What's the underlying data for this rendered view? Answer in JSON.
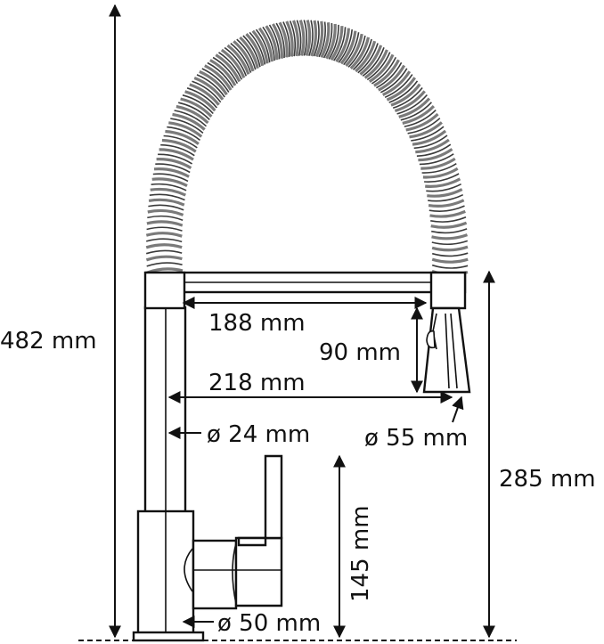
{
  "dimensions": {
    "total_height": "482 mm",
    "spout_reach_inner": "188 mm",
    "spray_head_height": "90 mm",
    "spout_reach_outer": "218 mm",
    "body_diameter": "ø 24 mm",
    "spray_head_diameter": "ø 55 mm",
    "spout_height": "285 mm",
    "handle_height": "145 mm",
    "base_diameter": "ø 50 mm"
  },
  "colors": {
    "line": "#111111",
    "coil": "#7a7a7a",
    "background": "#ffffff"
  }
}
